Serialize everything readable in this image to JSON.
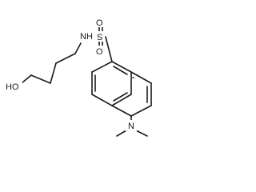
{
  "molecule": {
    "atoms": {
      "nh": "N",
      "nh_h": "H",
      "sulfur": "S",
      "oxygen_top": "O",
      "oxygen_bottom": "O",
      "hydroxyl": "HO",
      "dimethylamino_n": "N"
    }
  }
}
